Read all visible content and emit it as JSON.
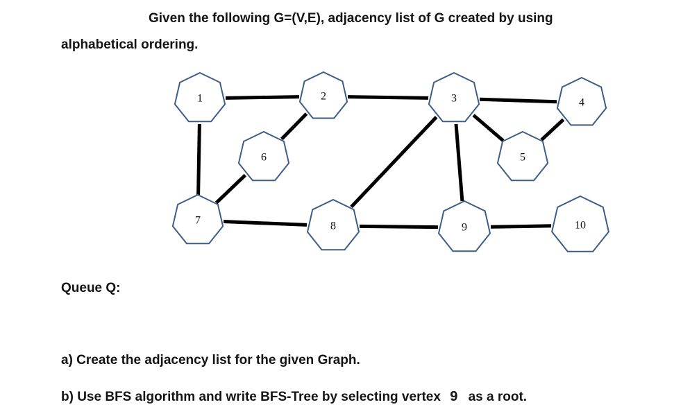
{
  "title_line1": "Given the following G=(V,E), adjacency list of G created by using",
  "title_line2": "alphabetical ordering.",
  "queue_label": "Queue Q:",
  "question_a": "a) Create the adjacency list for the given Graph.",
  "question_b_before": "b) Use BFS algorithm and write BFS-Tree by selecting vertex",
  "question_b_root": "9",
  "question_b_after": "as a root.",
  "graph": {
    "nodes": [
      {
        "id": "1",
        "label": "1"
      },
      {
        "id": "2",
        "label": "2"
      },
      {
        "id": "3",
        "label": "3"
      },
      {
        "id": "4",
        "label": "4"
      },
      {
        "id": "5",
        "label": "5"
      },
      {
        "id": "6",
        "label": "6"
      },
      {
        "id": "7",
        "label": "7"
      },
      {
        "id": "8",
        "label": "8"
      },
      {
        "id": "9",
        "label": "9"
      },
      {
        "id": "10",
        "label": "10"
      }
    ],
    "edges": [
      [
        "1",
        "2"
      ],
      [
        "2",
        "3"
      ],
      [
        "3",
        "4"
      ],
      [
        "1",
        "7"
      ],
      [
        "2",
        "6"
      ],
      [
        "6",
        "7"
      ],
      [
        "3",
        "8"
      ],
      [
        "3",
        "5"
      ],
      [
        "3",
        "9"
      ],
      [
        "5",
        "4"
      ],
      [
        "7",
        "8"
      ],
      [
        "8",
        "9"
      ],
      [
        "9",
        "10"
      ]
    ],
    "node_stroke": "#3e5d86",
    "edge_color": "#000000"
  }
}
